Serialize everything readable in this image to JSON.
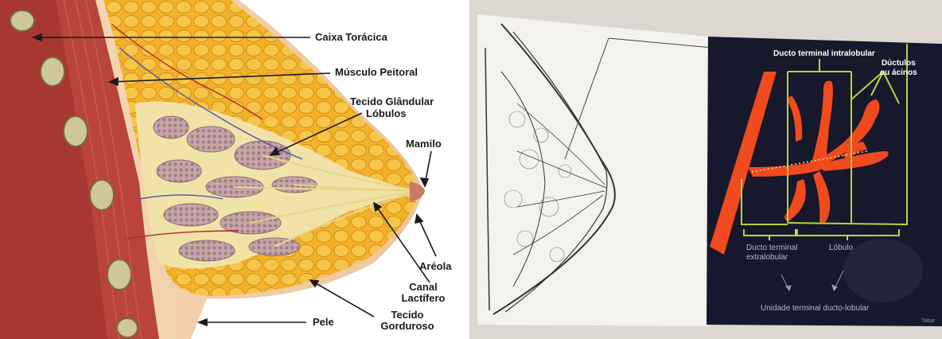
{
  "left_diagram": {
    "labels": {
      "caixa_toracica": "Caixa Torácica",
      "musculo_peitoral": "Músculo Peitoral",
      "tecido_glandular": "Tecido Glândular",
      "lobulos": "Lóbulos",
      "mamilo": "Mamilo",
      "areola": "Aréola",
      "canal_line1": "Canal",
      "canal_line2": "Lactífero",
      "tecido_line1": "Tecido",
      "tecido_line2": "Gorduroso",
      "pele": "Pele"
    }
  },
  "right_diagram": {
    "labels": {
      "ducto_intralobular": "Ducto terminal intralobular",
      "ductulos_line1": "Dúctulos",
      "ductulos_line2": "ou ácinos",
      "ducto_extra_line1": "Ducto terminal",
      "ducto_extra_line2": "extralobular",
      "lobulo": "Lóbulo",
      "unidade": "Unidade terminal ducto-lobular",
      "credit": "Tabar"
    }
  },
  "colors": {
    "skin": "#f2cfa9",
    "muscle": "#b8443c",
    "fat": "#f3b12a",
    "gland": "#b89a9e",
    "duct_red": "#f04a1e",
    "bracket_green": "#b8d43a",
    "dark_panel": "#17182c",
    "text": "#1a1a1a"
  }
}
